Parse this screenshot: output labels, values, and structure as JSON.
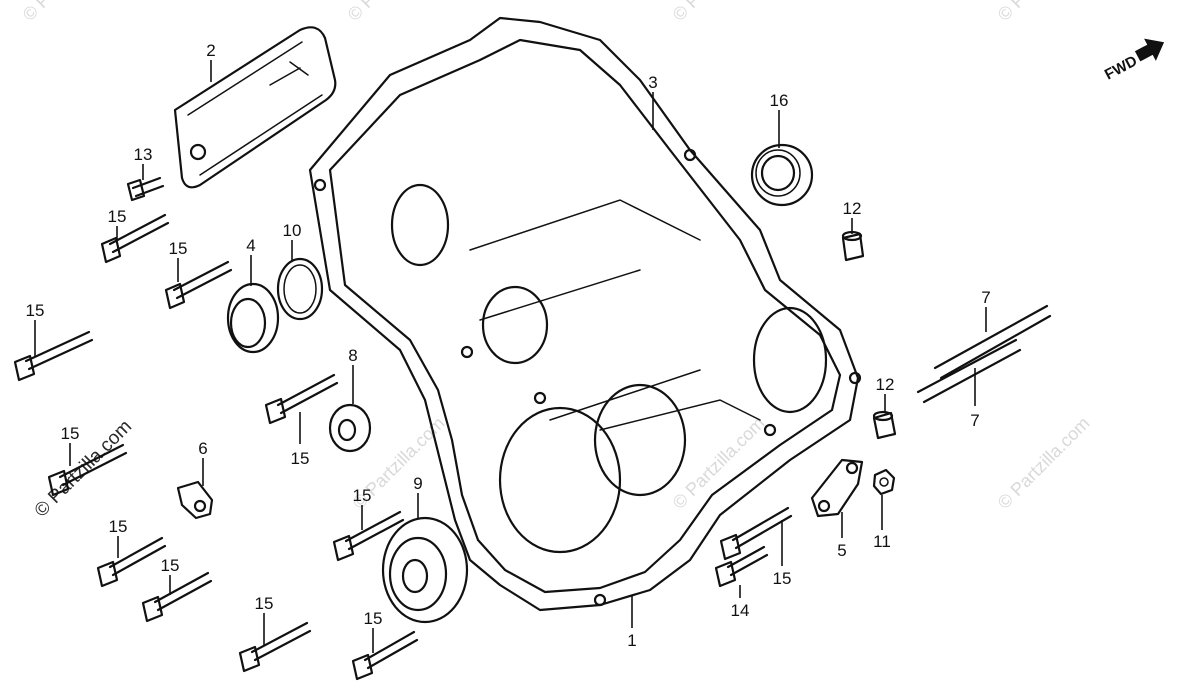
{
  "direction_label": "FWD",
  "watermark": "© Partzilla.com",
  "callouts": [
    {
      "id": "c2",
      "text": "2"
    },
    {
      "id": "c3",
      "text": "3"
    },
    {
      "id": "c16",
      "text": "16"
    },
    {
      "id": "c13",
      "text": "13"
    },
    {
      "id": "c15a",
      "text": "15"
    },
    {
      "id": "c15b",
      "text": "15"
    },
    {
      "id": "c4",
      "text": "4"
    },
    {
      "id": "c10",
      "text": "10"
    },
    {
      "id": "c12a",
      "text": "12"
    },
    {
      "id": "c7a",
      "text": "7"
    },
    {
      "id": "c15c",
      "text": "15"
    },
    {
      "id": "c8",
      "text": "8"
    },
    {
      "id": "c12b",
      "text": "12"
    },
    {
      "id": "c7b",
      "text": "7"
    },
    {
      "id": "c15d",
      "text": "15"
    },
    {
      "id": "c15e",
      "text": "15"
    },
    {
      "id": "c6",
      "text": "6"
    },
    {
      "id": "c15f",
      "text": "15"
    },
    {
      "id": "c9",
      "text": "9"
    },
    {
      "id": "c5",
      "text": "5"
    },
    {
      "id": "c11",
      "text": "11"
    },
    {
      "id": "c15g",
      "text": "15"
    },
    {
      "id": "c15h",
      "text": "15"
    },
    {
      "id": "c15i",
      "text": "15"
    },
    {
      "id": "c15j",
      "text": "15"
    },
    {
      "id": "c14",
      "text": "14"
    },
    {
      "id": "c15k",
      "text": "15"
    },
    {
      "id": "c1",
      "text": "1"
    }
  ]
}
